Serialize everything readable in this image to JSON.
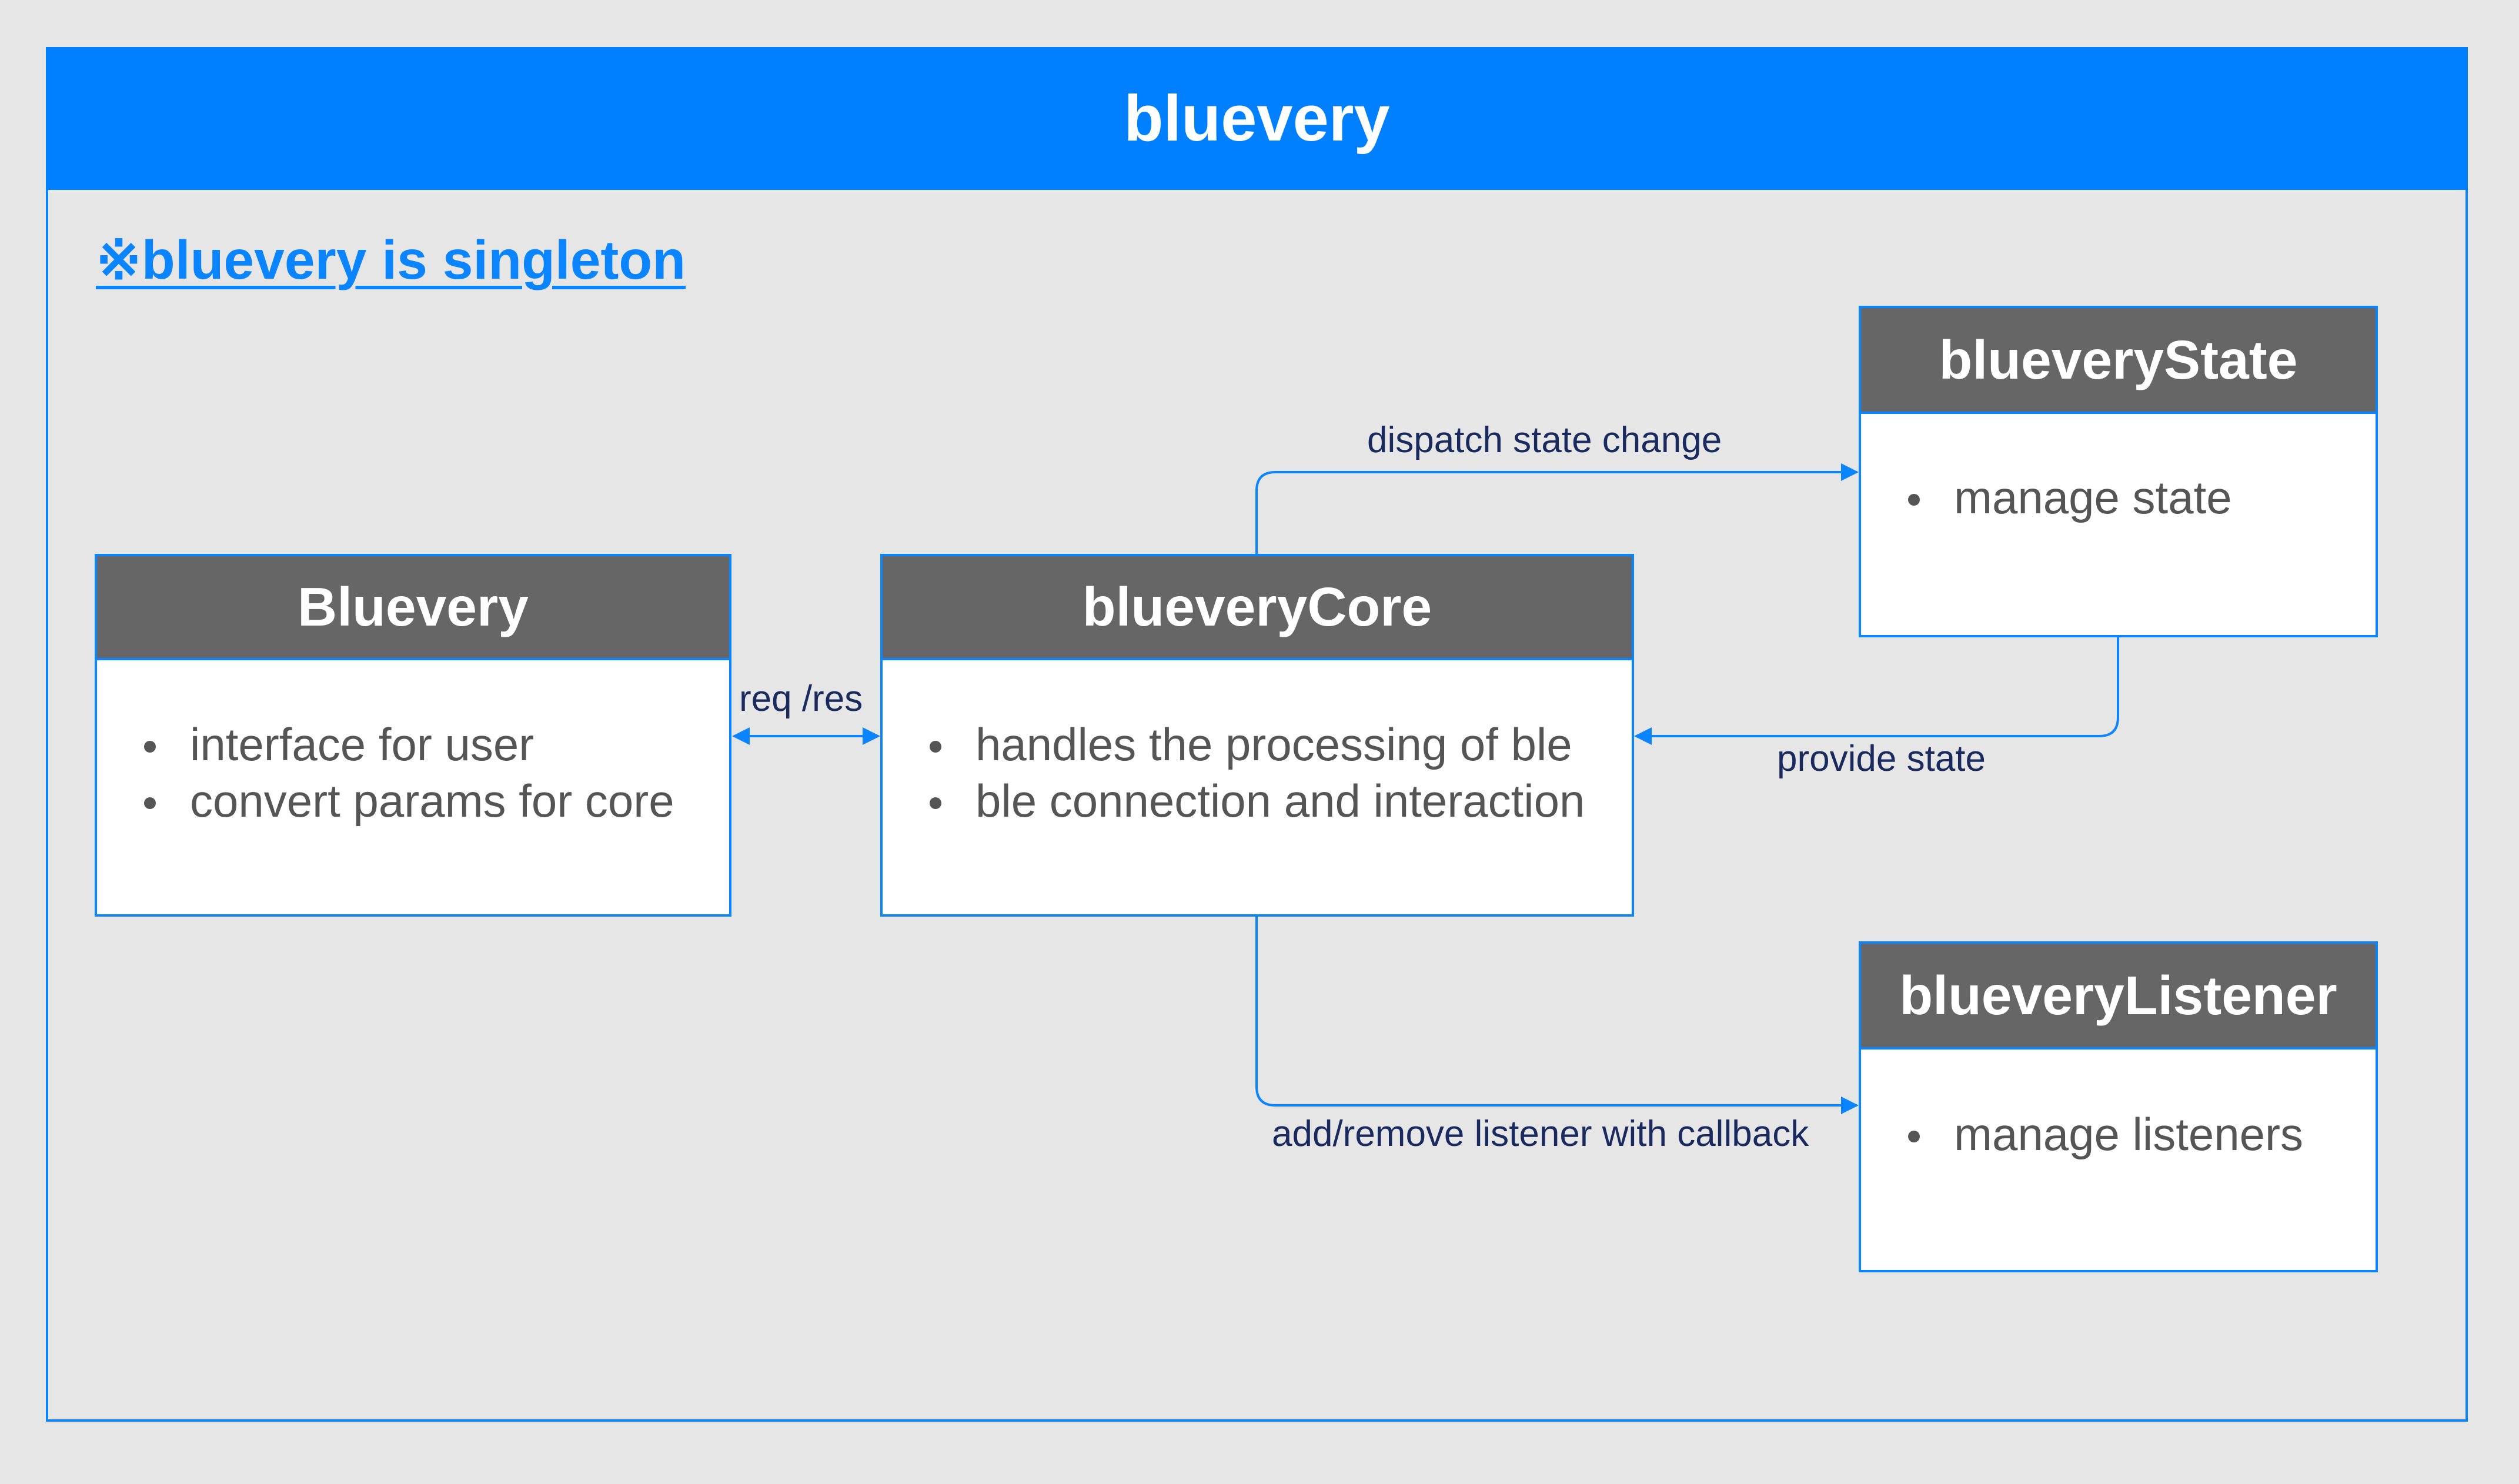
{
  "diagram": {
    "title": "bluevery",
    "note": "※bluevery is singleton",
    "nodes": {
      "bluevery": {
        "title": "Bluevery",
        "items": [
          "interface for user",
          "convert params for core"
        ]
      },
      "core": {
        "title": "blueveryCore",
        "items": [
          "handles the processing of ble",
          "ble connection and interaction"
        ]
      },
      "state": {
        "title": "blueveryState",
        "items": [
          "manage state"
        ]
      },
      "listener": {
        "title": "blueveryListener",
        "items": [
          "manage listeners"
        ]
      }
    },
    "edges": {
      "req_res": "req /res",
      "dispatch": "dispatch state change",
      "provide": "provide state",
      "listener": "add/remove listener with callback"
    },
    "colors": {
      "accent": "#0080ff",
      "node_header": "#666666",
      "background": "#e6e6e6",
      "edge_label": "#1b2a5e"
    }
  }
}
